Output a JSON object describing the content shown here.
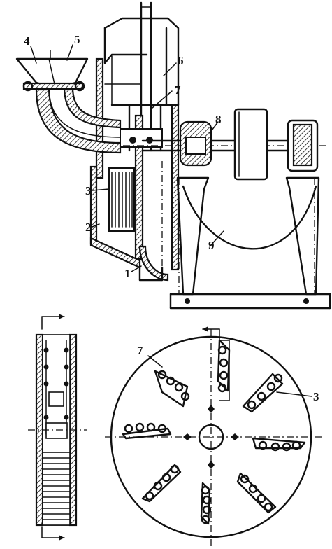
{
  "figure": {
    "labels": {
      "l1": "1",
      "l2": "2",
      "l3": "3",
      "l4": "4",
      "l5": "5",
      "l6": "6",
      "l7": "7",
      "l8": "8",
      "l9": "9",
      "l7b": "7",
      "l3b": "3"
    }
  }
}
